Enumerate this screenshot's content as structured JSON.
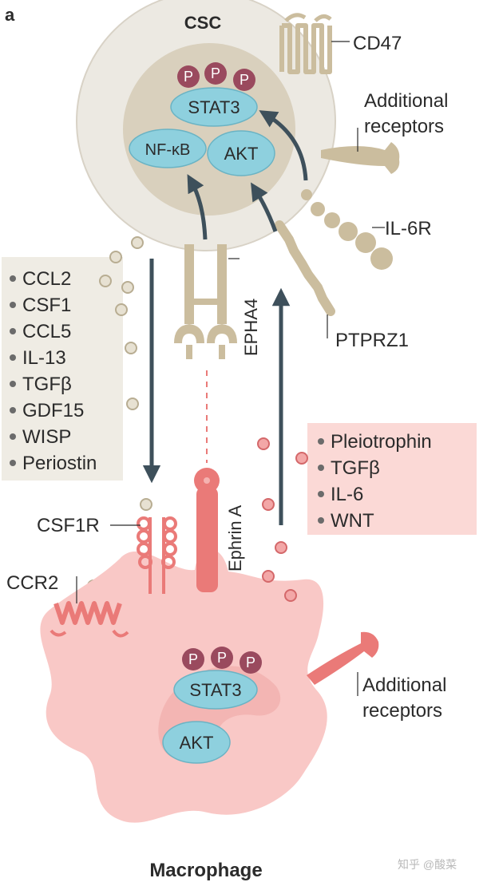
{
  "panel_letter": "a",
  "csc": {
    "title": "CSC",
    "nucleus": {
      "phospho": [
        "P",
        "P",
        "P"
      ],
      "proteins": [
        "STAT3",
        "NF-κB",
        "AKT"
      ]
    },
    "receptors": {
      "cd47": "CD47",
      "additional_line1": "Additional",
      "additional_line2": "receptors",
      "il6r": "IL-6R",
      "ptprz1": "PTPRZ1",
      "epha4": "EPHA4"
    },
    "secreted_factors": [
      "CCL2",
      "CSF1",
      "CCL5",
      "IL-13",
      "TGFβ",
      "GDF15",
      "WISP",
      "Periostin"
    ]
  },
  "macrophage": {
    "title": "Macrophage",
    "nucleus": {
      "phospho": [
        "P",
        "P",
        "P"
      ],
      "proteins": [
        "STAT3",
        "AKT"
      ]
    },
    "receptors": {
      "csf1r": "CSF1R",
      "ccr2": "CCR2",
      "ephrin_a": "Ephrin A",
      "additional_line1": "Additional",
      "additional_line2": "receptors"
    },
    "secreted_factors": [
      "Pleiotrophin",
      "TGFβ",
      "IL-6",
      "WNT"
    ]
  },
  "watermark": "知乎 @酸菜",
  "colors": {
    "csc_cell": "#ece9e2",
    "csc_nucleus": "#d9d0bd",
    "protein": "#8ed0de",
    "phospho": "#9a4a5e",
    "receptor_tan": "#cbbd9e",
    "macrophage": "#f9c8c6",
    "receptor_pink": "#ea7a78",
    "csc_box": "#efece4",
    "mac_box": "#fbd9d6",
    "arrow": "#3e505b"
  }
}
